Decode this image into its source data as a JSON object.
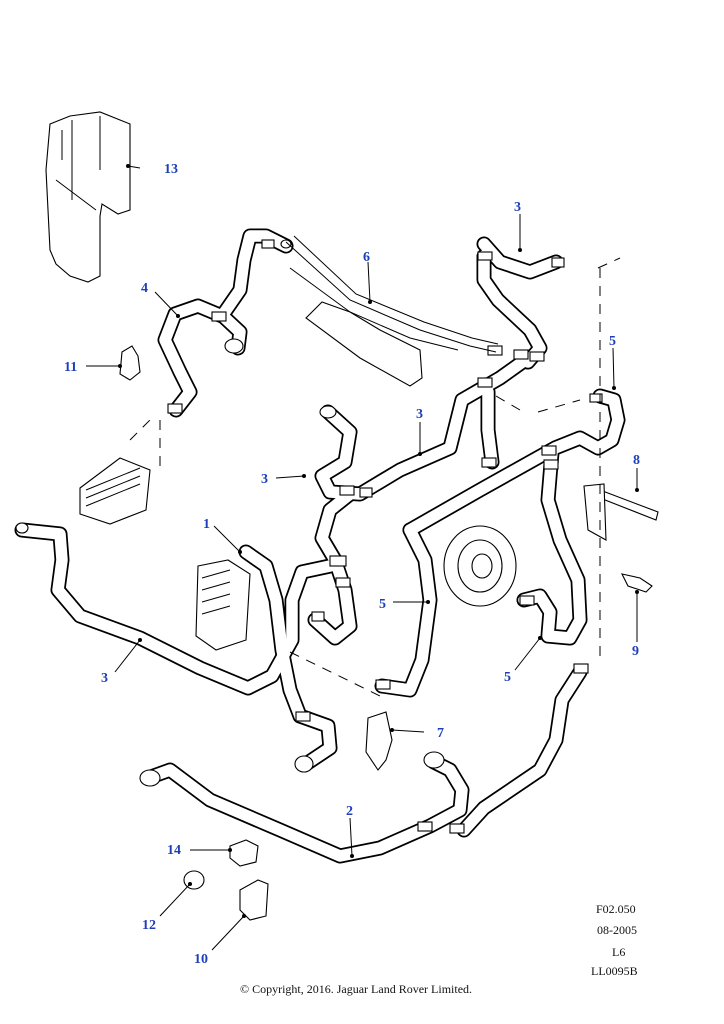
{
  "callouts": {
    "c1": "1",
    "c2": "2",
    "c3a": "3",
    "c3b": "3",
    "c3c": "3",
    "c3d": "3",
    "c4": "4",
    "c5a": "5",
    "c5b": "5",
    "c5c": "5",
    "c6": "6",
    "c7": "7",
    "c8": "8",
    "c9": "9",
    "c10": "10",
    "c11": "11",
    "c12": "12",
    "c13": "13",
    "c14": "14"
  },
  "meta": {
    "figure_code": "F02.050",
    "date": "08-2005",
    "variant": "L6",
    "drawing_ref": "LL0095B"
  },
  "copyright": "© Copyright, 2016. Jaguar Land Rover Limited.",
  "colors": {
    "callout": "#1f3fb8",
    "line": "#000000",
    "background": "#ffffff"
  }
}
